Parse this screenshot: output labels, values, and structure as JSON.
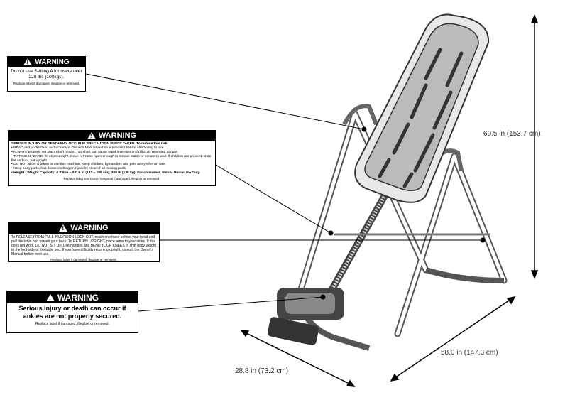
{
  "warnings": {
    "w1": {
      "header": "WARNING",
      "body": "Do not use Setting A for users over 220 lbs (100kgs).",
      "footer": "Replace label if damaged, illegible or removed."
    },
    "w2": {
      "header": "WARNING",
      "line1": "SERIOUS INJURY OR DEATH MAY OCCUR IF PRECAUTION IS NOT TAKEN. To reduce this risk:",
      "line2": "• READ and understand instructions in Owner's Manual and on equipment before attempting to use.",
      "line3": "• ALWAYS properly set Main Shaft height. Too short can cause rapid inversion and difficulty returning upright.",
      "line4": "• TIPPING HAZARD: To store upright, leave A-Frame open enough to remain stable or secure to wall. If children are present, store flat on floor, not upright.",
      "line5": "• DO NOT allow children to use this machine. Keep children, bystanders and pets away when in use.",
      "line6": "• Keep body parts, hair, loose clothing and jewelry clear of all moving parts.",
      "line7": "• Height / Weight Capacity: 4 ft 8 in – 6 ft 6 in (142 – 198 cm); 300 lb (136 kg). For consumer, Indoor Home-Use Only.",
      "footer": "Replace label and Owner's Manual if damaged, illegible or removed."
    },
    "w3": {
      "header": "WARNING",
      "body": "To RELEASE FROM FULL INVERSION LOCK-OUT, reach one hand behind your head and pull the table bed toward your back. To RETURN UPRIGHT, place arms to your sides. If this does not work, DO NOT SIT UP. Use handles and BEND YOUR KNEES to shift body weight to the foot-side of the table bed. If you have difficulty returning upright, consult the Owner's Manual before next use.",
      "footer": "Replace label if damaged, illegible or removed."
    },
    "w4": {
      "header": "WARNING",
      "body": "Serious injury or death can occur if ankles are not properly secured.",
      "footer": "Replace label if damaged, illegible or removed."
    }
  },
  "dimensions": {
    "height": "60.5 in (153.7 cm)",
    "depth": "28.8 in (73.2 cm)",
    "width": "58.0 in (147.3 cm)"
  },
  "colors": {
    "frame": "#555555",
    "bed": "#3a3a3a",
    "label_bg": "#000000"
  }
}
